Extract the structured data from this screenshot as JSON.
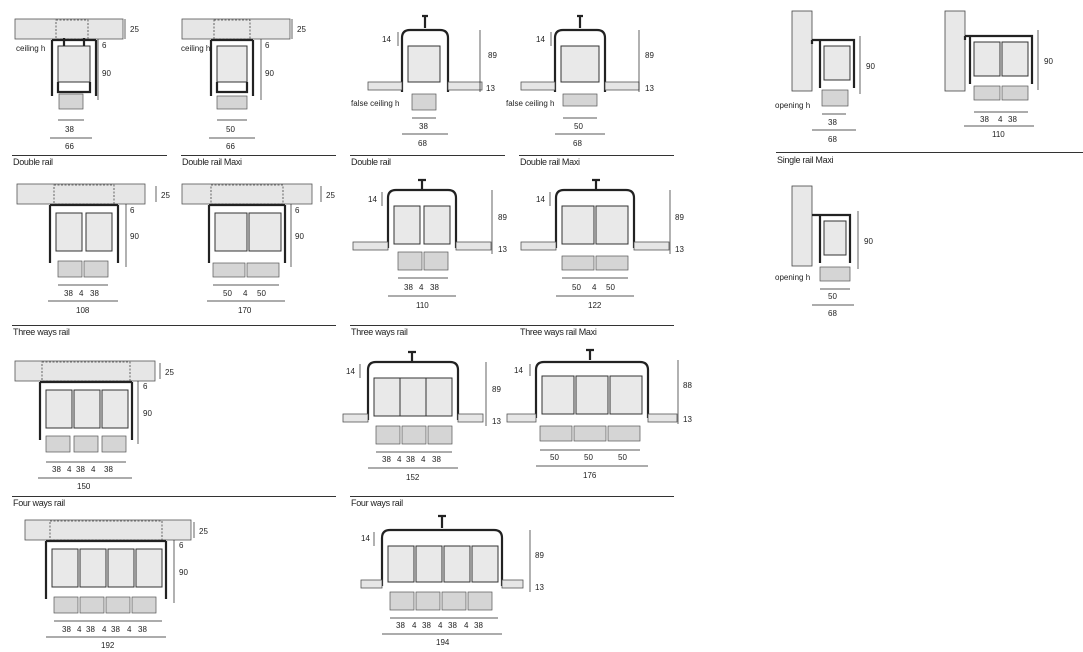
{
  "captions": {
    "double_rail": "Double rail",
    "double_rail_maxi": "Double rail Maxi",
    "double_rail_b": "Double rail",
    "double_rail_maxi_b": "Double rail Maxi",
    "single_rail_maxi": "Single rail Maxi",
    "three_ways_rail": "Three ways rail",
    "three_ways_rail_b": "Three ways rail",
    "three_ways_rail_maxi": "Three ways rail Maxi",
    "four_ways_rail": "Four ways rail",
    "four_ways_rail_b": "Four ways rail"
  },
  "labels": {
    "ceiling_h": "ceiling h",
    "false_ceiling_h": "false ceiling h",
    "opening_h": "opening h"
  },
  "dims": {
    "d25": "25",
    "d6": "6",
    "d90": "90",
    "d89": "89",
    "d88": "88",
    "d14": "14",
    "d13": "13",
    "d4": "4",
    "d38": "38",
    "d50": "50",
    "d66": "66",
    "d68": "68",
    "d110": "110",
    "d108": "108",
    "d170": "170",
    "d122": "122",
    "d150": "150",
    "d152": "152",
    "d176": "176",
    "d192": "192",
    "d194": "194"
  }
}
